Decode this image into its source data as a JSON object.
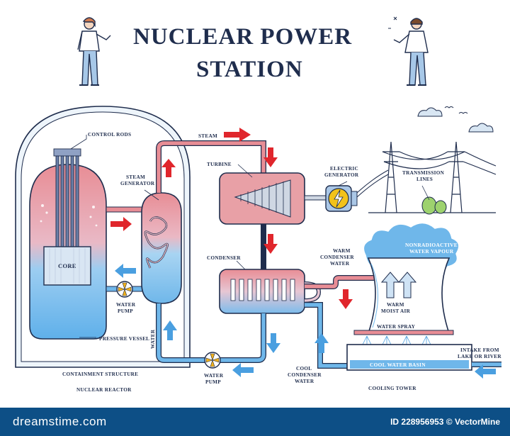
{
  "title": {
    "line1": "NUCLEAR POWER",
    "line2": "STATION"
  },
  "labels": {
    "control_rods": "CONTROL RODS",
    "steam_generator_1": "STEAM",
    "steam_generator_2": "GENERATOR",
    "core": "CORE",
    "water_pump_1": "WATER",
    "water_pump_2": "PUMP",
    "pressure_vessel": "PRESSURE VESSEL",
    "water": "WATER",
    "containment_structure": "CONTAINMENT STRUCTURE",
    "nuclear_reactor": "NUCLEAR REACTOR",
    "steam": "STEAM",
    "turbine": "TURBINE",
    "electric_generator_1": "ELECTRIC",
    "electric_generator_2": "GENERATOR",
    "transmission_lines_1": "TRANSMISSION",
    "transmission_lines_2": "LINES",
    "condenser": "CONDENSER",
    "warm_condenser_water_1": "WARM",
    "warm_condenser_water_2": "CONDENSER",
    "warm_condenser_water_3": "WATER",
    "nonradioactive_1": "NONRADIOACTIVE",
    "nonradioactive_2": "WATER VAPOUR",
    "warm_moist_air_1": "WARM",
    "warm_moist_air_2": "MOIST AIR",
    "water_spray": "WATER SPRAY",
    "cool_water_basin": "COOL WATER BASIN",
    "intake_1": "INTAKE FROM",
    "intake_2": "LAKE OR RIVER",
    "cool_condenser_water_1": "COOL",
    "cool_condenser_water_2": "CONDENSER",
    "cool_condenser_water_3": "WATER",
    "water_pump2_1": "WATER",
    "water_pump2_2": "PUMP",
    "cooling_tower": "COOLING TOWER"
  },
  "footer": {
    "brand": "dreamstime.com",
    "id": "ID 228956953 © VectorMine"
  },
  "colors": {
    "navy": "#1f2d4d",
    "hot": "#e57f86",
    "cool": "#6fb7ea",
    "arrow_red": "#e0262c",
    "arrow_blue": "#4a9fe0",
    "footer": "#0d4f86"
  }
}
